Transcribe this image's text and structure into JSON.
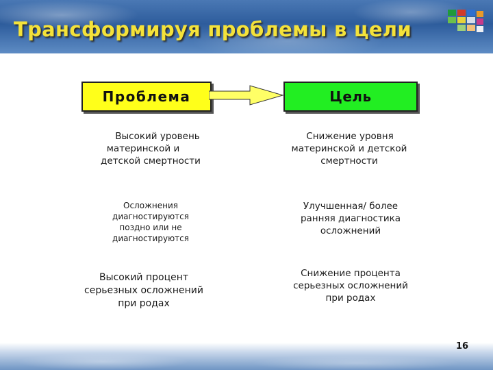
{
  "slide": {
    "title": "Трансформируя проблемы в цели",
    "page_number": "16"
  },
  "headers": {
    "problem": "Проблема",
    "goal": "Цель"
  },
  "rows": [
    {
      "problem": [
        "Высокий уровень",
        "материнской и",
        "детской смертности"
      ],
      "goal": [
        "Снижение уровня",
        "материнской и детской",
        "смертности"
      ]
    },
    {
      "problem": [
        "Осложнения",
        "диагностируются",
        "поздно или не",
        "диагностируются"
      ],
      "goal": [
        "Улучшенная/ более",
        "ранняя диагностика",
        "осложнений"
      ]
    },
    {
      "problem": [
        "Высокий процент",
        "серьезных осложнений",
        "при родах"
      ],
      "goal": [
        "Снижение процента",
        "серьезных осложнений",
        "при родах"
      ]
    }
  ],
  "colors": {
    "problem_box": "#ffff1a",
    "goal_box": "#22ee22",
    "title_text": "#f4e23a",
    "arrow": "#ffff66"
  }
}
